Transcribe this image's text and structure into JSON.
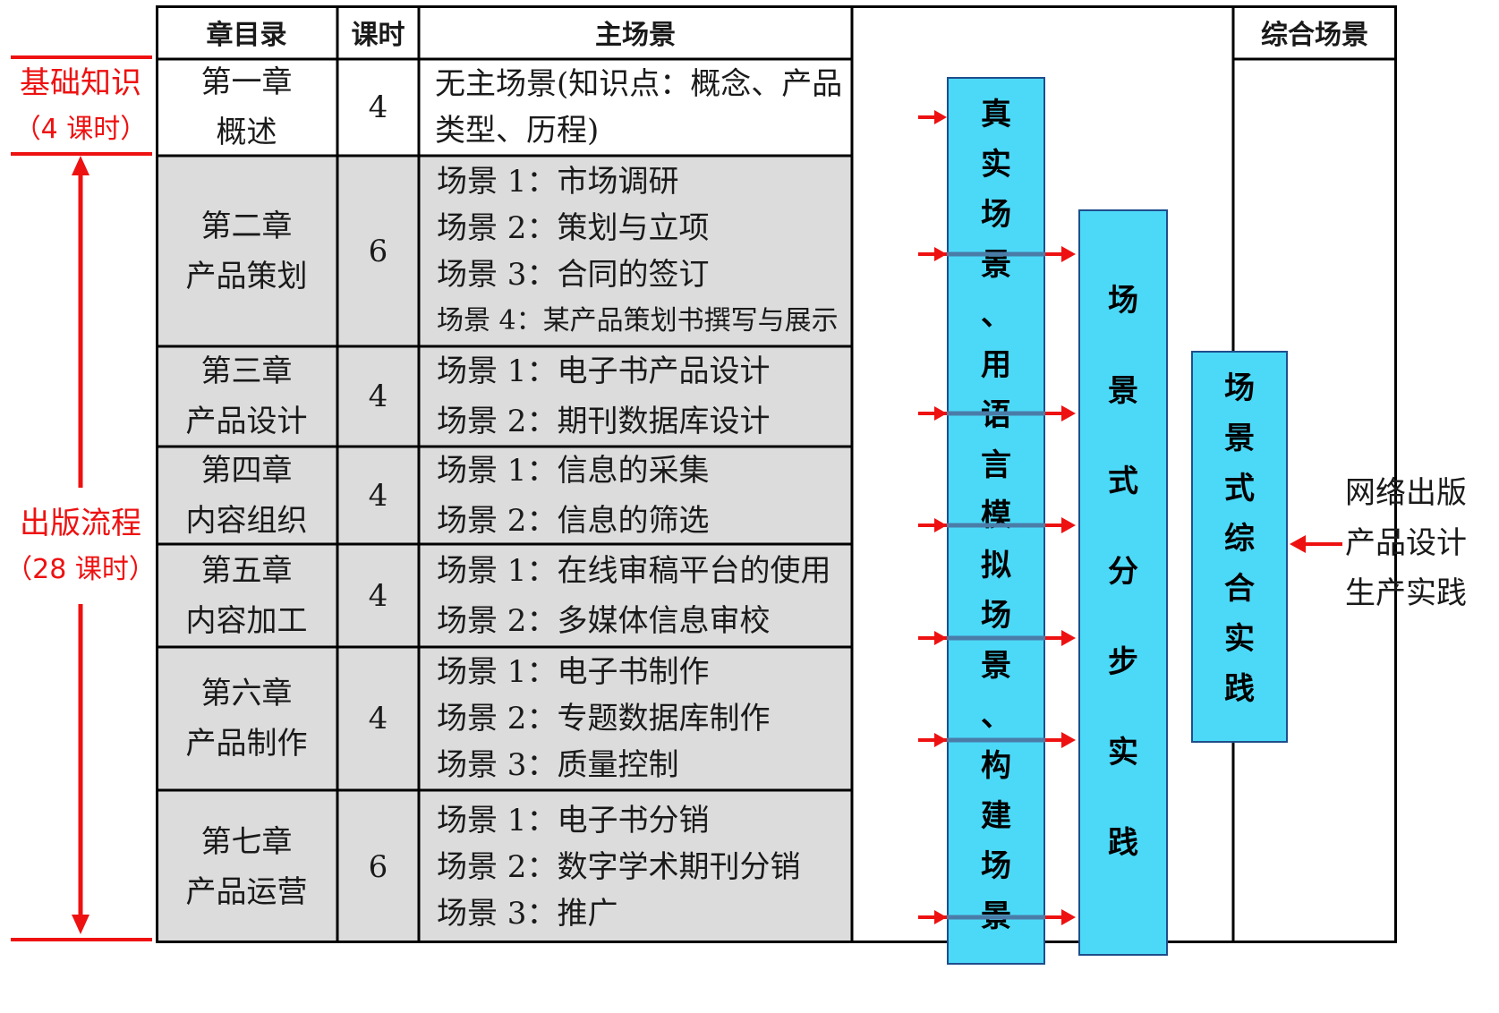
{
  "left_labels": {
    "basic_title": "基础知识",
    "basic_hours": "（4 课时）",
    "process_title": "出版流程",
    "process_hours": "（28 课时）"
  },
  "table": {
    "headers": {
      "chapter": "章目录",
      "hours": "课时",
      "scenes": "主场景",
      "comprehensive": "综合场景"
    },
    "rows": [
      {
        "chapter": [
          "第一章",
          "概述"
        ],
        "hours": "4",
        "scenes": [
          "无主场景(知识点：概念、产品",
          "类型、历程)"
        ]
      },
      {
        "chapter": [
          "第二章",
          "产品策划"
        ],
        "hours": "6",
        "scenes": [
          "场景 1：市场调研",
          "场景 2：策划与立项",
          "场景 3：合同的签订",
          "场景 4：某产品策划书撰写与展示"
        ]
      },
      {
        "chapter": [
          "第三章",
          "产品设计"
        ],
        "hours": "4",
        "scenes": [
          "场景 1：电子书产品设计",
          "场景 2：期刊数据库设计"
        ]
      },
      {
        "chapter": [
          "第四章",
          "内容组织"
        ],
        "hours": "4",
        "scenes": [
          "场景 1：信息的采集",
          "场景 2：信息的筛选"
        ]
      },
      {
        "chapter": [
          "第五章",
          "内容加工"
        ],
        "hours": "4",
        "scenes": [
          "场景 1：在线审稿平台的使用",
          "场景 2：多媒体信息审校"
        ]
      },
      {
        "chapter": [
          "第六章",
          "产品制作"
        ],
        "hours": "4",
        "scenes": [
          "场景 1：电子书制作",
          "场景 2：专题数据库制作",
          "场景 3：质量控制"
        ]
      },
      {
        "chapter": [
          "第七章",
          "产品运营"
        ],
        "hours": "6",
        "scenes": [
          "场景 1：电子书分销",
          "场景 2：数字学术期刊分销",
          "场景 3：推广"
        ]
      }
    ]
  },
  "boxes": {
    "box1": [
      "真",
      "实",
      "场",
      "景",
      "、",
      "用",
      "语",
      "言",
      "模",
      "拟",
      "场",
      "景",
      "、",
      "构",
      "建",
      "场",
      "景"
    ],
    "box2": [
      "场",
      "景",
      "式",
      "分",
      "步",
      "实",
      "践"
    ],
    "box3": [
      "场",
      "景",
      "式",
      "综",
      "合",
      "实",
      "践"
    ]
  },
  "comprehensive_text": [
    "网络出版",
    "产品设计",
    "生产实践"
  ],
  "colors": {
    "accent_red": "#ee1111",
    "box_fill": "#4cd9f8",
    "row_gray": "#dcdcdc",
    "box_border": "#1f4e8c"
  }
}
